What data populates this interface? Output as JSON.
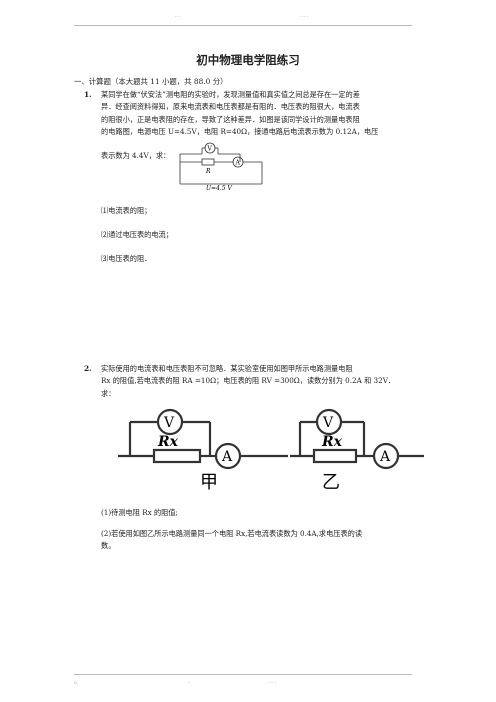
{
  "header": {
    "left": "- -",
    "right": "- - -"
  },
  "doc": {
    "title": "初中物理电学阻练习",
    "section": "一、计算题（本大题共 11 小题，共 88.0 分）"
  },
  "q1": {
    "num": "1.",
    "lines": [
      "某同学在做“伏安法”测电阻的实验时，发现测量值和真实值之间总是存在一定的差",
      "异．经查阅资料得知，原来电流表和电压表都是有阻的．电压表的阻很大，电流表",
      "的阻很小，正是电表阻的存在，导致了这种差异．如图是该同学设计的测量电表阻",
      "的电路图，电源电压 U=4.5V，电阻 R=40Ω，接通电路后电流表示数为 0.12A，电压",
      "表示数为 4.4V，求："
    ],
    "parts": [
      "⑴电流表的阻；",
      "⑵通过电压表的电流；",
      "⑶电压表的阻．"
    ],
    "circuit": {
      "voltmeter": "V",
      "ammeter": "A",
      "resistor": "R",
      "supply": "U=4.5 V"
    }
  },
  "q2": {
    "num": "2.",
    "lines": [
      "实际使用的电流表和电压表阻不可忽略．某实验室使用如图甲所示电路测量电阻",
      "Rx 的阻值,若电流表的阻 RA =10Ω；电压表的阻 RV =300Ω，读数分别为 0.2A 和 32V．",
      "求："
    ],
    "figure_labels": {
      "left": "甲",
      "right": "乙",
      "resistor": "Rx",
      "voltmeter": "V",
      "ammeter": "A"
    },
    "parts": [
      "(1)待测电阻 Rx 的阻值;",
      "(2)若使用如图乙所示电路测量同一个电阻 Rx,若电流表读数为 0.4A,求电压表的读",
      "数。"
    ]
  },
  "footer": {
    "left": "c.",
    "middle": "-",
    "right": "- - -"
  }
}
